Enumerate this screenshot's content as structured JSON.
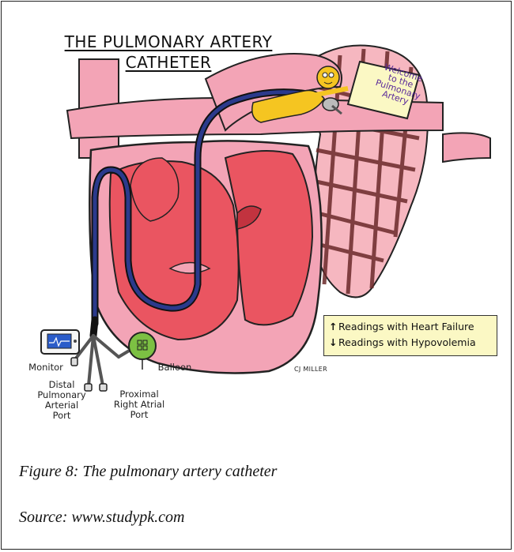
{
  "diagram": {
    "title_line1": "THE PULMONARY ARTERY",
    "title_line2": "CATHETER",
    "sign": {
      "line1": "Welcome",
      "line2": "to the",
      "line3": "Pulmonary",
      "line4": "Artery"
    },
    "legend": {
      "up_arrow": "↑",
      "line1": "Readings with Heart Failure",
      "down_arrow": "↓",
      "line2": "Readings with Hypovolemia"
    },
    "labels": {
      "monitor": "Monitor",
      "balloon": "Balloon",
      "distal_1": "Distal",
      "distal_2": "Pulmonary",
      "distal_3": "Arterial",
      "distal_4": "Port",
      "proximal_1": "Proximal",
      "proximal_2": "Right Atrial",
      "proximal_3": "Port"
    },
    "signature": "CJ MILLER"
  },
  "caption": {
    "figure": "Figure 8: The pulmonary artery catheter",
    "source": "Source: www.studypk.com"
  },
  "colors": {
    "vessel_pink": "#f3a4b6",
    "chamber_red": "#ea5561",
    "lung_pink": "#f6b7c0",
    "catheter_navy": "#1e2a6e",
    "sign_yellow": "#fbf8c4",
    "figure_yellow": "#f5c521",
    "balloon_green": "#7cc043"
  }
}
